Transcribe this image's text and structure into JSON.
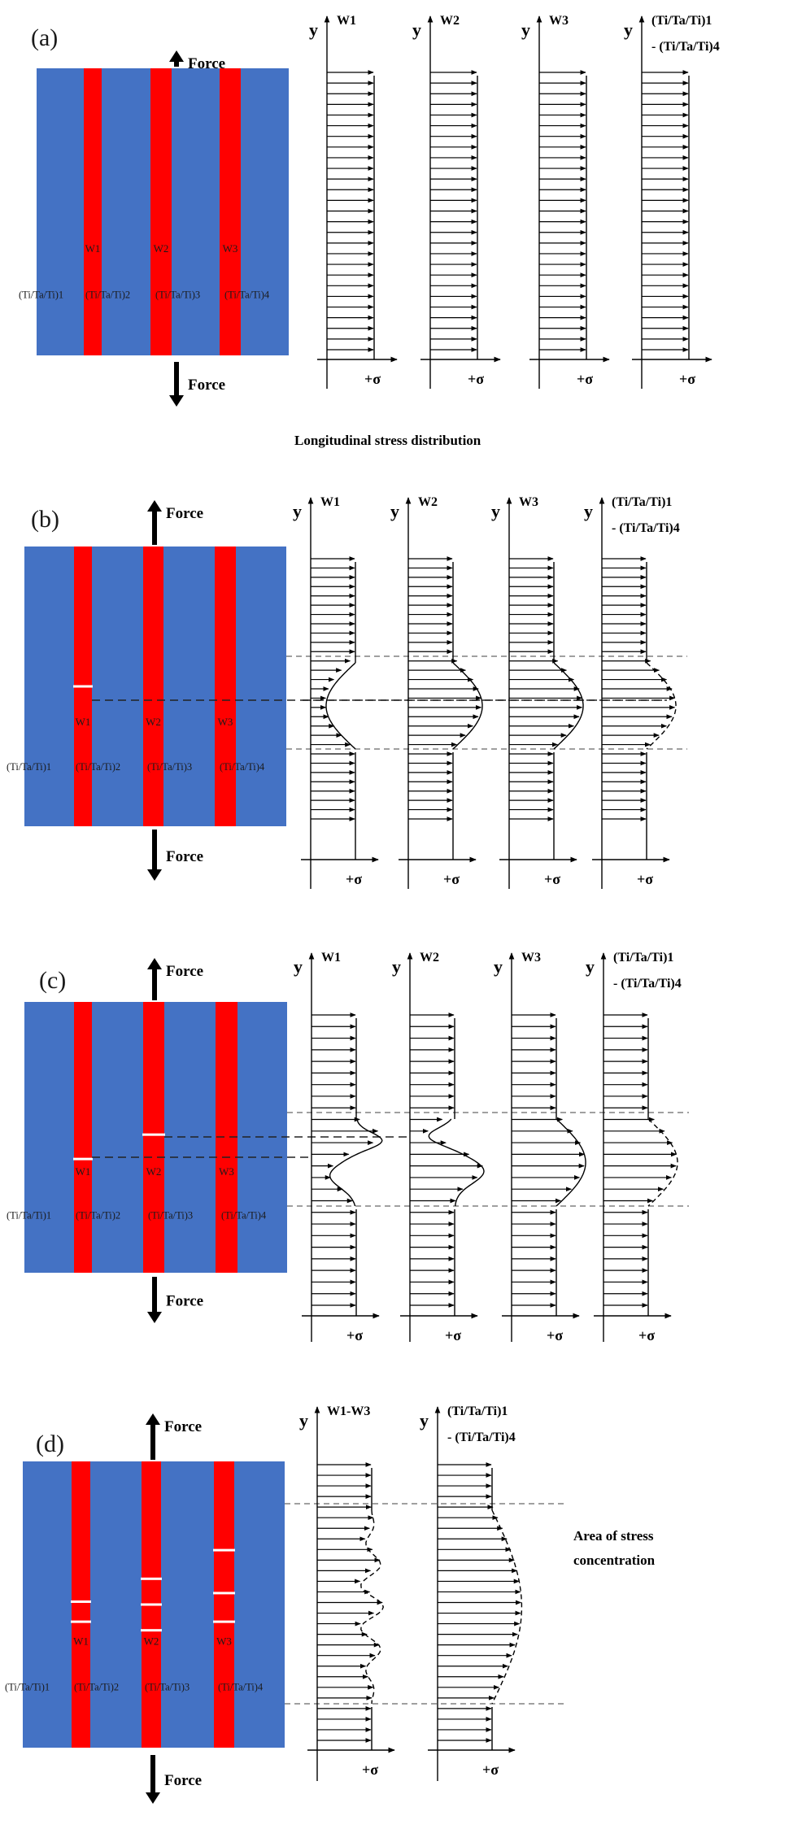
{
  "figure": {
    "caption_between_a_b": "Longitudinal stress distribution",
    "colors": {
      "matrix": "#4472c4",
      "wire": "#ff0000",
      "crack": "#ffffff",
      "ink": "#000000",
      "guide_dash": "#808080"
    },
    "force_label": "Force",
    "sigma_label": "+σ",
    "y_axis_label": "y",
    "layer_labels": [
      "(Ti/Ta/Ti)1",
      "(Ti/Ta/Ti)2",
      "(Ti/Ta/Ti)3",
      "(Ti/Ta/Ti)4"
    ],
    "wire_labels": [
      "W1",
      "W2",
      "W3"
    ],
    "panels": [
      {
        "id": "a",
        "label": "(a)",
        "cracks": {
          "W1": [],
          "W2": [],
          "W3": []
        },
        "charts": [
          {
            "title": [
              "W1"
            ],
            "profile": "uniform"
          },
          {
            "title": [
              "W2"
            ],
            "profile": "uniform"
          },
          {
            "title": [
              "W3"
            ],
            "profile": "uniform"
          },
          {
            "title": [
              "(Ti/Ta/Ti)1",
              "- (Ti/Ta/Ti)4"
            ],
            "profile": "uniform"
          }
        ]
      },
      {
        "id": "b",
        "label": "(b)",
        "cracks": {
          "W1": [
            0.5
          ],
          "W2": [],
          "W3": []
        },
        "charts": [
          {
            "title": [
              "W1"
            ],
            "profile": "dip",
            "dashed": false
          },
          {
            "title": [
              "W2"
            ],
            "profile": "peak",
            "dashed": false
          },
          {
            "title": [
              "W3"
            ],
            "profile": "peak",
            "dashed": false
          },
          {
            "title": [
              "(Ti/Ta/Ti)1",
              "- (Ti/Ta/Ti)4"
            ],
            "profile": "peak",
            "dashed": true
          }
        ]
      },
      {
        "id": "c",
        "label": "(c)",
        "cracks": {
          "W1": [
            0.58
          ],
          "W2": [
            0.49
          ],
          "W3": []
        },
        "charts": [
          {
            "title": [
              "W1"
            ],
            "profile": "peak-then-dip",
            "dashed": false
          },
          {
            "title": [
              "W2"
            ],
            "profile": "dip-then-peak",
            "dashed": false
          },
          {
            "title": [
              "W3"
            ],
            "profile": "peak",
            "dashed": false
          },
          {
            "title": [
              "(Ti/Ta/Ti)1",
              "- (Ti/Ta/Ti)4"
            ],
            "profile": "peak",
            "dashed": true
          }
        ]
      },
      {
        "id": "d",
        "label": "(d)",
        "cracks": {
          "W1": [
            0.49,
            0.56
          ],
          "W2": [
            0.41,
            0.5,
            0.59
          ],
          "W3": [
            0.31,
            0.46,
            0.56
          ]
        },
        "charts": [
          {
            "title": [
              "W1-W3"
            ],
            "profile": "oscillating",
            "dashed": true
          },
          {
            "title": [
              "(Ti/Ta/Ti)1",
              "- (Ti/Ta/Ti)4"
            ],
            "profile": "broad-peak",
            "dashed": true
          }
        ],
        "annotation": [
          "Area  of  stress",
          "concentration"
        ]
      }
    ]
  }
}
